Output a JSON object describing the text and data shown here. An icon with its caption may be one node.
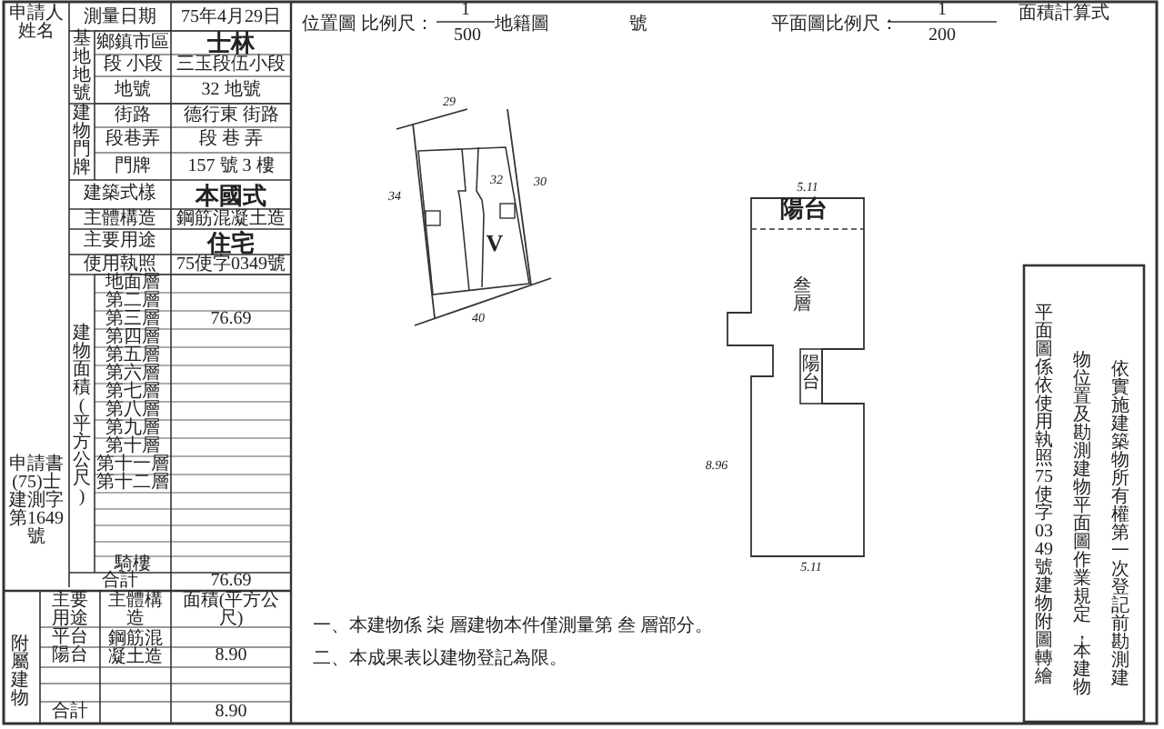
{
  "diagram": {
    "labels": [
      "申請人姓名",
      "測量日期",
      "75年4月29日",
      "鄉鎮市區",
      "士林",
      "段 小段",
      "三玉段伍小段",
      "地號",
      "32 地號",
      "街路",
      "德行東 街路",
      "段巷弄",
      "段 巷 弄",
      "門牌",
      "157 號 3 樓",
      "建築式樣",
      "本國式",
      "主體構造",
      "鋼筋混凝土造",
      "主要用途",
      "住宅",
      "使用執照",
      "75使字0349號",
      "基地地號",
      "建物門牌",
      "建物面積(平方公尺)",
      "地面層",
      "第二層",
      "第三層",
      "76.69",
      "第四層",
      "第五層",
      "第六層",
      "第七層",
      "第八層",
      "第九層",
      "第十層",
      "第十一層",
      "第十二層",
      "騎樓",
      "合計",
      "76.69",
      "申請書(75)士建測字第1649號",
      "附屬建物",
      "主要用途",
      "主體構造",
      "面積(平方公尺)",
      "平台",
      "陽台",
      "鋼筋混凝土造",
      "8.90",
      "合計",
      "8.90",
      "位置圖 比例尺：",
      "1",
      "500",
      "地籍圖",
      "號",
      "平面圖比例尺：",
      "1",
      "200",
      "面積計算式",
      "29",
      "34",
      "32",
      "30",
      "40",
      "V",
      "陽台",
      "叁層",
      "陽台",
      "5.11",
      "8.96",
      "5.11",
      "平面圖係依使用執照75使字0349號建物附圖轉繪",
      "物位置及勘測建物平面圖作業規定，本建物",
      "依實施建築物所有權第一次登記前勘測建",
      "一、本建物係 柒 層建物本件僅測量第 叁 層部分。",
      "二、本成果表以建物登記為限。"
    ]
  }
}
